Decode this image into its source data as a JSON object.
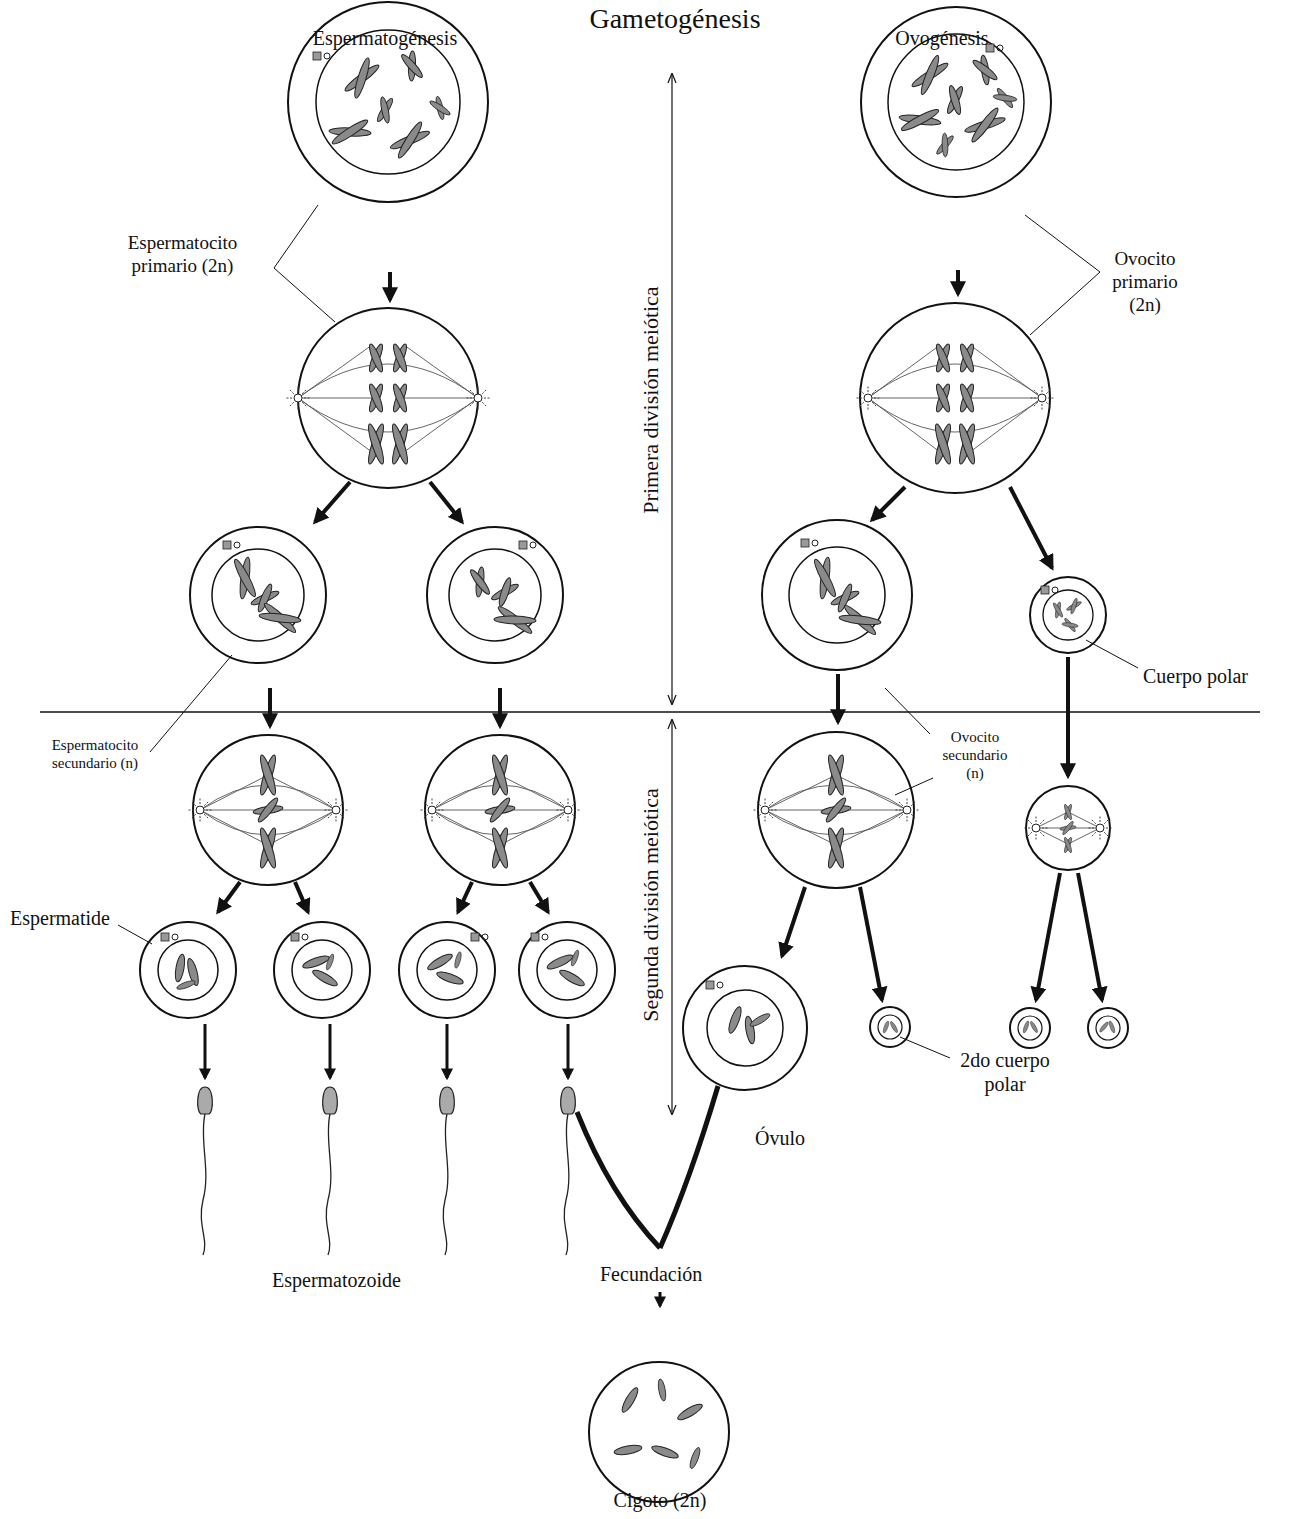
{
  "diagram": {
    "title": "Gametogénesis",
    "labels": [
      "Espermatogénesis",
      "Ovogénesis",
      "Espermatocito primario (2n)",
      "Ovocito primario (2n)",
      "Primera división meiótica",
      "Cuerpo polar",
      "Espermatocito secundario (n)",
      "Ovocito secundario (n)",
      "Segunda división meiótica",
      "Espermatide",
      "Óvulo",
      "2do cuerpo polar",
      "Espermatozoide",
      "Fecundación",
      "Cigoto (2n)"
    ]
  }
}
